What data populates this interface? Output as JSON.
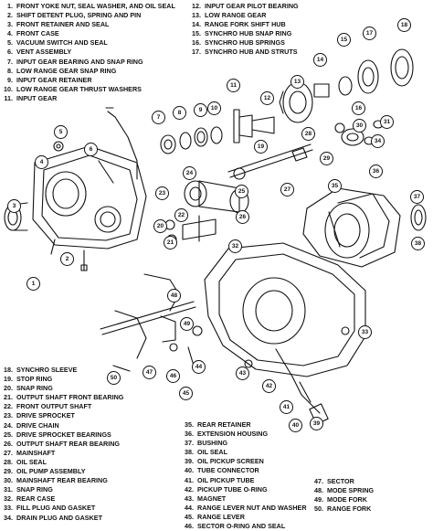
{
  "legend_top_left": [
    {
      "num": "1.",
      "text": "FRONT YOKE NUT, SEAL WASHER, AND OIL SEAL"
    },
    {
      "num": "2.",
      "text": "SHIFT DETENT PLUG, SPRING AND PIN"
    },
    {
      "num": "3.",
      "text": "FRONT RETAINER AND SEAL"
    },
    {
      "num": "4.",
      "text": "FRONT CASE"
    },
    {
      "num": "5.",
      "text": "VACUUM SWITCH AND SEAL"
    },
    {
      "num": "6.",
      "text": "VENT ASSEMBLY"
    },
    {
      "num": "7.",
      "text": "INPUT GEAR BEARING AND SNAP RING"
    },
    {
      "num": "8.",
      "text": "LOW RANGE GEAR SNAP RING"
    },
    {
      "num": "9.",
      "text": "INPUT GEAR RETAINER"
    },
    {
      "num": "10.",
      "text": "LOW RANGE GEAR THRUST WASHERS"
    },
    {
      "num": "11.",
      "text": "INPUT GEAR"
    }
  ],
  "legend_top_right": [
    {
      "num": "12.",
      "text": "INPUT GEAR PILOT BEARING"
    },
    {
      "num": "13.",
      "text": "LOW RANGE GEAR"
    },
    {
      "num": "14.",
      "text": "RANGE FORK SHIFT HUB"
    },
    {
      "num": "15.",
      "text": "SYNCHRO HUB SNAP RING"
    },
    {
      "num": "16.",
      "text": "SYNCHRO HUB SPRINGS"
    },
    {
      "num": "17.",
      "text": "SYNCHRO HUB AND STRUTS"
    }
  ],
  "legend_bottom_left": [
    {
      "num": "18.",
      "text": "SYNCHRO SLEEVE"
    },
    {
      "num": "19.",
      "text": "STOP RING"
    },
    {
      "num": "20.",
      "text": "SNAP RING"
    },
    {
      "num": "21.",
      "text": "OUTPUT SHAFT FRONT BEARING"
    },
    {
      "num": "22.",
      "text": "FRONT OUTPUT SHAFT"
    },
    {
      "num": "23.",
      "text": "DRIVE SPROCKET"
    },
    {
      "num": "24.",
      "text": "DRIVE CHAIN"
    },
    {
      "num": "25.",
      "text": "DRIVE SPROCKET BEARINGS"
    },
    {
      "num": "26.",
      "text": "OUTPUT SHAFT REAR BEARING"
    },
    {
      "num": "27.",
      "text": "MAINSHAFT"
    },
    {
      "num": "28.",
      "text": "OIL SEAL"
    },
    {
      "num": "29.",
      "text": "OIL PUMP ASSEMBLY"
    },
    {
      "num": "30.",
      "text": "MAINSHAFT REAR BEARING"
    },
    {
      "num": "31.",
      "text": "SNAP RING"
    },
    {
      "num": "32.",
      "text": "REAR CASE"
    },
    {
      "num": "33.",
      "text": "FILL PLUG AND GASKET"
    },
    {
      "num": "34.",
      "text": "DRAIN PLUG AND GASKET"
    }
  ],
  "legend_bottom_mid": [
    {
      "num": "35.",
      "text": "REAR RETAINER"
    },
    {
      "num": "36.",
      "text": "EXTENSION HOUSING"
    },
    {
      "num": "37.",
      "text": "BUSHING"
    },
    {
      "num": "38.",
      "text": "OIL SEAL"
    },
    {
      "num": "39.",
      "text": "OIL PICKUP SCREEN"
    },
    {
      "num": "40.",
      "text": "TUBE CONNECTOR"
    },
    {
      "num": "41.",
      "text": "OIL PICKUP TUBE"
    },
    {
      "num": "42.",
      "text": "PICKUP TUBE O-RING"
    },
    {
      "num": "43.",
      "text": "MAGNET"
    },
    {
      "num": "44.",
      "text": "RANGE LEVER NUT AND WASHER"
    },
    {
      "num": "45.",
      "text": "RANGE LEVER"
    },
    {
      "num": "46.",
      "text": "SECTOR O-RING AND SEAL"
    }
  ],
  "legend_bottom_right": [
    {
      "num": "47.",
      "text": "SECTOR"
    },
    {
      "num": "48.",
      "text": "MODE SPRING"
    },
    {
      "num": "49.",
      "text": "MODE FORK"
    },
    {
      "num": "50.",
      "text": "RANGE FORK"
    }
  ],
  "callouts": [
    "1",
    "2",
    "3",
    "4",
    "5",
    "6",
    "7",
    "8",
    "9",
    "10",
    "11",
    "12",
    "13",
    "14",
    "15",
    "16",
    "17",
    "18",
    "19",
    "20",
    "21",
    "22",
    "23",
    "24",
    "25",
    "26",
    "27",
    "28",
    "29",
    "30",
    "31",
    "32",
    "33",
    "34",
    "35",
    "36",
    "37",
    "38",
    "39",
    "40",
    "41",
    "42",
    "43",
    "44",
    "45",
    "46",
    "47",
    "48",
    "49",
    "50"
  ]
}
